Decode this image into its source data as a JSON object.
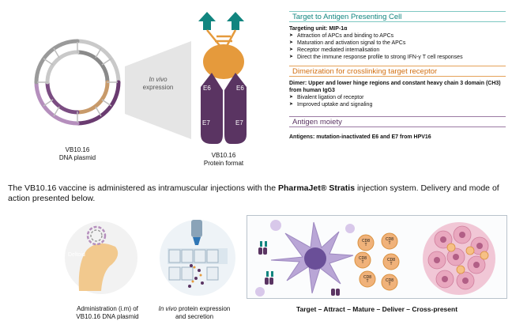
{
  "plasmid": {
    "label_line1": "VB10.16",
    "label_line2": "DNA plasmid"
  },
  "in_vivo": {
    "line1": "In vivo",
    "line2": "expression"
  },
  "protein": {
    "label_line1": "VB10.16",
    "label_line2": "Protein format",
    "e6": "E6",
    "e7": "E7"
  },
  "sections": {
    "targeting": {
      "heading": "Target to Antigen Presenting Cell",
      "subheading": "Targeting unit: MIP-1α",
      "bullets": [
        "Attraction of APCs and binding to APCs",
        "Maturation and activation signal to the APCs",
        "Receptor mediated internalisation",
        "Direct the immune response profile to strong IFN-γ T cell responses"
      ]
    },
    "dimerization": {
      "heading": "Dimerization for crosslinking target receptor",
      "subheading": "Dimer: Upper and lower hinge regions and constant heavy chain 3 domain (CH3) from human IgG3",
      "bullets": [
        "Bivalent ligation of receptor",
        "Improved uptake and signaling"
      ]
    },
    "antigen": {
      "heading": "Antigen moiety",
      "subheading": "Antigens: mutation-inactivated E6 and E7 from HPV16"
    }
  },
  "paragraph": {
    "part1": "The VB10.16 vaccine is administered as intramuscular injections with the ",
    "bold": "PharmaJet® Stratis",
    "part2": " injection system. Delivery and mode of action presented below."
  },
  "bottom": {
    "deltoid": "Deltoid",
    "admin_line1": "Administration (i.m) of",
    "admin_line2": "VB10.16 DNA plasmid",
    "expr_italic": "In vivo",
    "expr_rest": " protein expression",
    "expr_line2": "and secretion",
    "moa_caption": "Target – Attract – Mature – Deliver – Cross-present",
    "cd8": "CD8",
    "t": "T"
  },
  "colors": {
    "teal": "#11857f",
    "orange": "#e59a3c",
    "purple": "#5a3462",
    "light_purple": "#b88fc0"
  }
}
